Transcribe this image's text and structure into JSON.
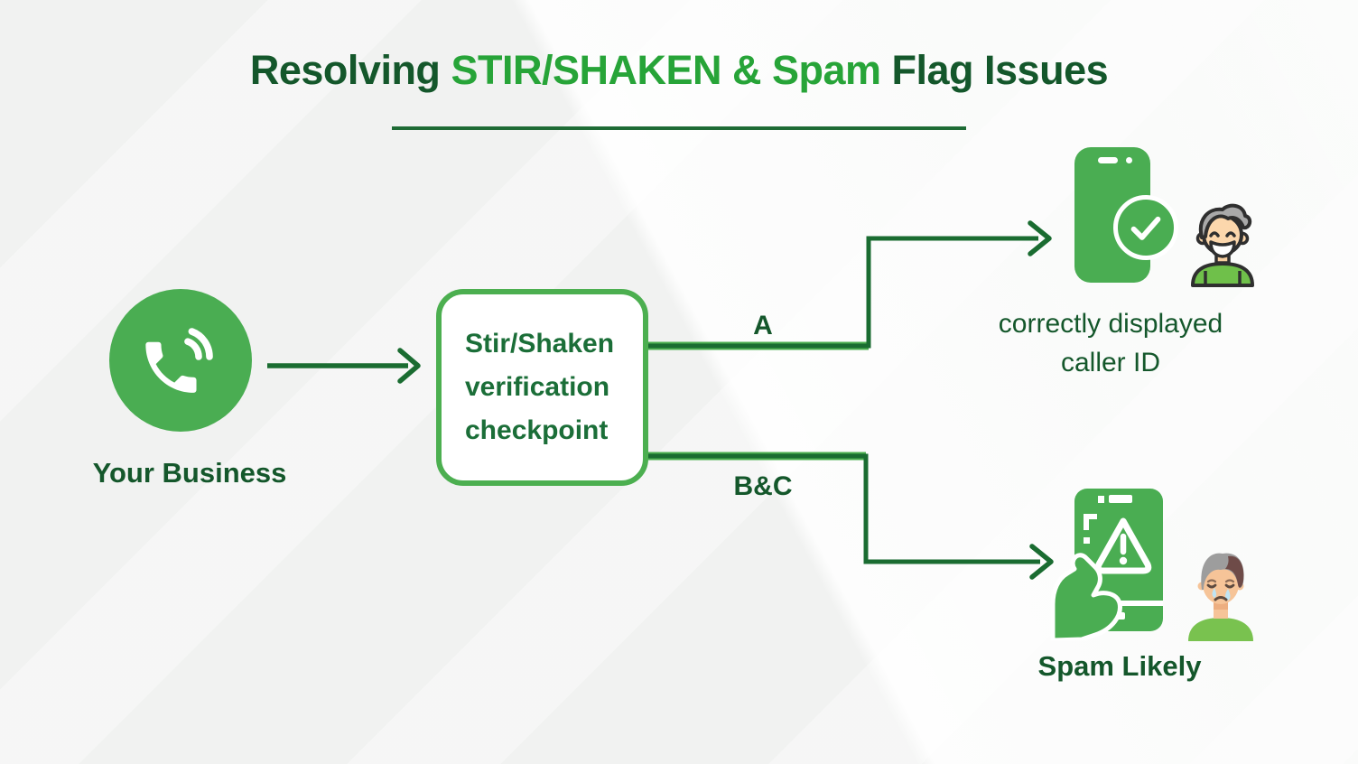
{
  "title": {
    "prefix": "Resolving ",
    "highlight": "STIR/SHAKEN & Spam",
    "suffix": " Flag Issues"
  },
  "source": {
    "label": "Your Business",
    "icon": "phone-call-icon"
  },
  "checkpoint": {
    "lines": [
      "Stir/Shaken",
      "verification",
      "checkpoint"
    ]
  },
  "edges": {
    "pass_label": "A",
    "fail_label": "B&C"
  },
  "outcome_pass": {
    "caption_line1": "correctly displayed",
    "caption_line2": "caller ID",
    "icons": [
      "verified-phone-icon",
      "check-badge-icon",
      "happy-caller-icon"
    ]
  },
  "outcome_fail": {
    "caption": "Spam Likely",
    "icons": [
      "spam-phone-hand-icon",
      "sad-caller-icon"
    ]
  },
  "colors": {
    "title_dark_green": "#14572b",
    "accent_green": "#27a438",
    "icon_green": "#4aad52",
    "box_border_green": "#4caf50",
    "line_green": "#1a6c31",
    "background": "#f1f2f1"
  }
}
